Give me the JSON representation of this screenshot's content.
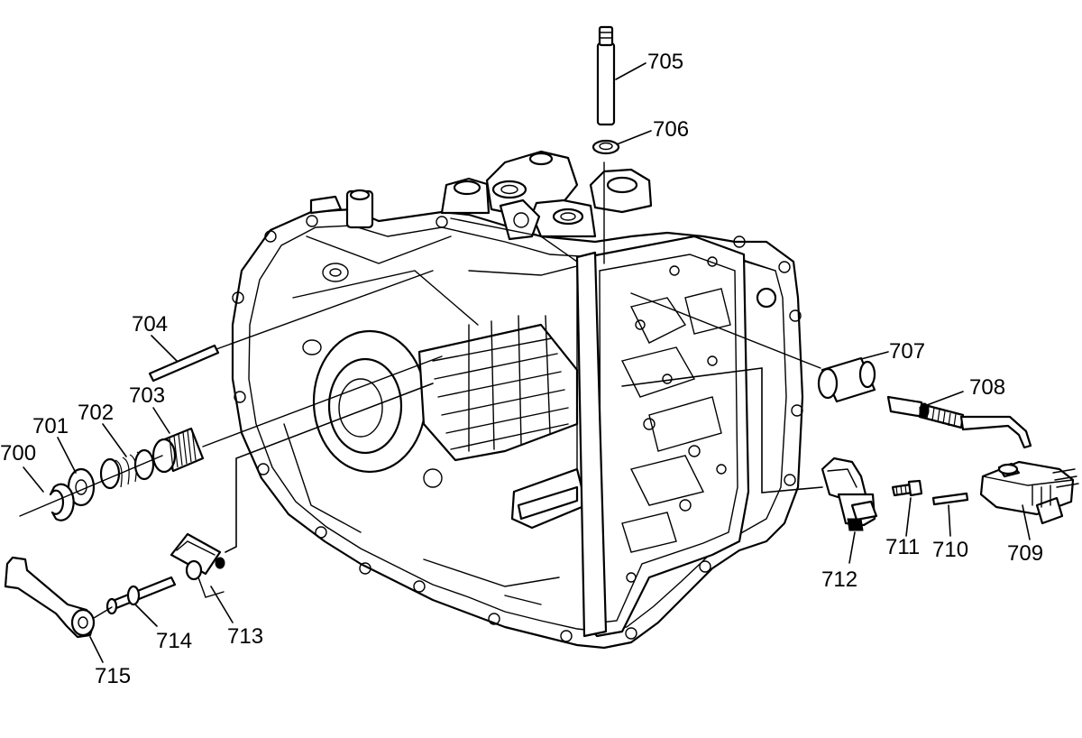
{
  "callouts": {
    "c700": "700",
    "c701": "701",
    "c702": "702",
    "c703": "703",
    "c704": "704",
    "c705": "705",
    "c706": "706",
    "c707": "707",
    "c708": "708",
    "c709": "709",
    "c710": "710",
    "c711": "711",
    "c712": "712",
    "c713": "713",
    "c714": "714",
    "c715": "715"
  }
}
